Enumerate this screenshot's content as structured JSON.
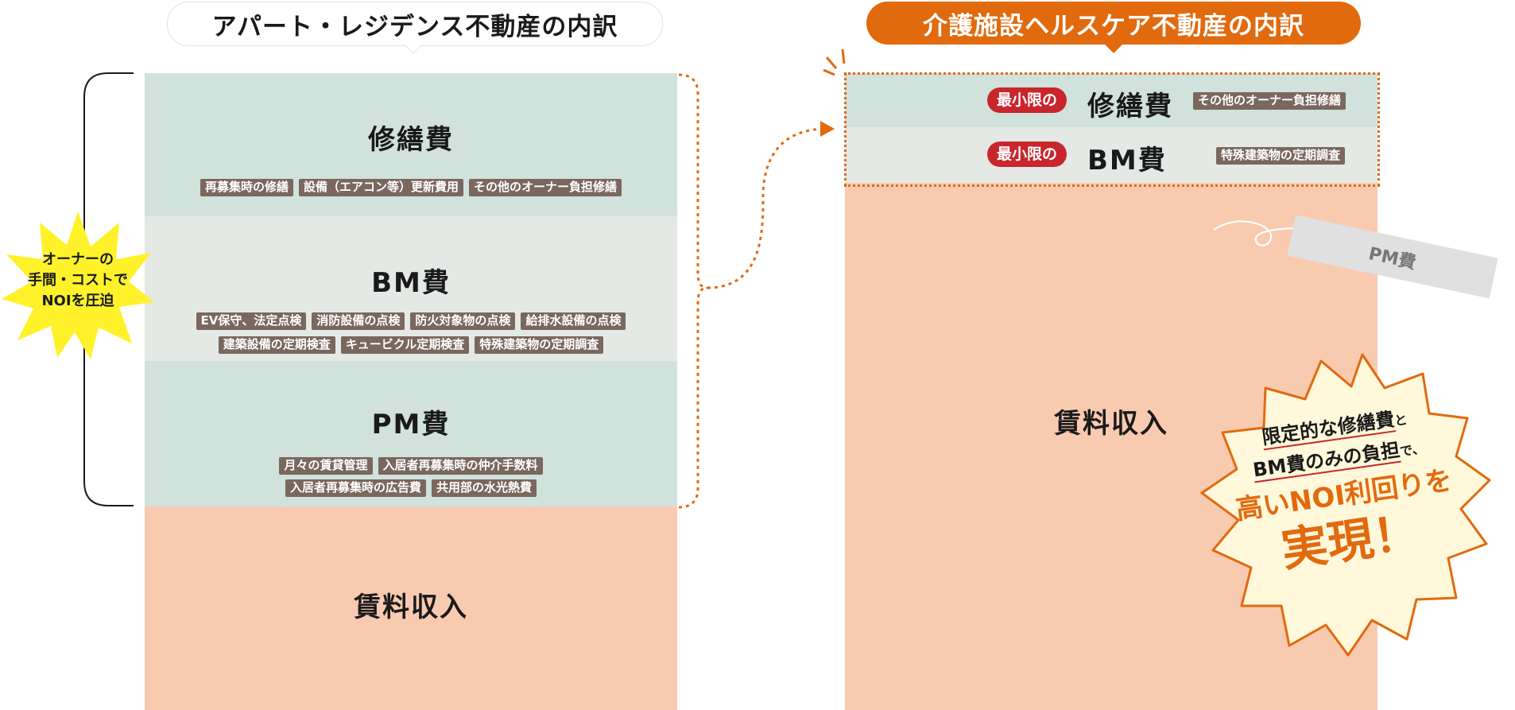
{
  "left_panel": {
    "title": "アパート・レジデンス不動産の内訳",
    "repair": {
      "label": "修繕費",
      "tags": [
        "再募集時の修繕",
        "設備（エアコン等）更新費用",
        "その他のオーナー負担修繕"
      ]
    },
    "bm": {
      "label": "BM費",
      "tags_row1": [
        "EV保守、法定点検",
        "消防設備の点検",
        "防火対象物の点検",
        "給排水設備の点検"
      ],
      "tags_row2": [
        "建築設備の定期検査",
        "キュービクル定期検査",
        "特殊建築物の定期調査"
      ]
    },
    "pm": {
      "label": "PM費",
      "tags_row1": [
        "月々の賃貸管理",
        "入居者再募集時の仲介手数料"
      ],
      "tags_row2": [
        "入居者再募集時の広告費",
        "共用部の水光熱費"
      ]
    },
    "rent": {
      "label": "賃料収入"
    },
    "burst": {
      "lines": [
        "オーナーの",
        "手間・コストで",
        "NOIを圧迫"
      ]
    }
  },
  "right_panel": {
    "title": "介護施設ヘルスケア不動産の内訳",
    "repair": {
      "badge": "最小限の",
      "label": "修繕費",
      "tag": "その他のオーナー負担修繕"
    },
    "bm": {
      "badge": "最小限の",
      "label": "BM費",
      "tag": "特殊建築物の定期調査"
    },
    "pm_removed": {
      "label": "PM費"
    },
    "rent": {
      "label": "賃料収入"
    },
    "burst": {
      "line1": "限定的な修繕費",
      "line1_suffix": "と",
      "line2": "BM費のみの負担",
      "line2_suffix": "で、",
      "line3": "高いNOI利回りを",
      "line4": "実現！"
    }
  },
  "colors": {
    "repair_bg": "#d0e2db",
    "bm_bg": "#e4e9e6",
    "pm_bg": "#d0e2db",
    "rent_bg": "#f8cbb1",
    "accent_orange": "#e26a0e",
    "badge_red": "#c8262c",
    "tag_brown": "#7a675e",
    "yellow_burst": "#fff22b",
    "cream_burst": "#fff8db"
  }
}
